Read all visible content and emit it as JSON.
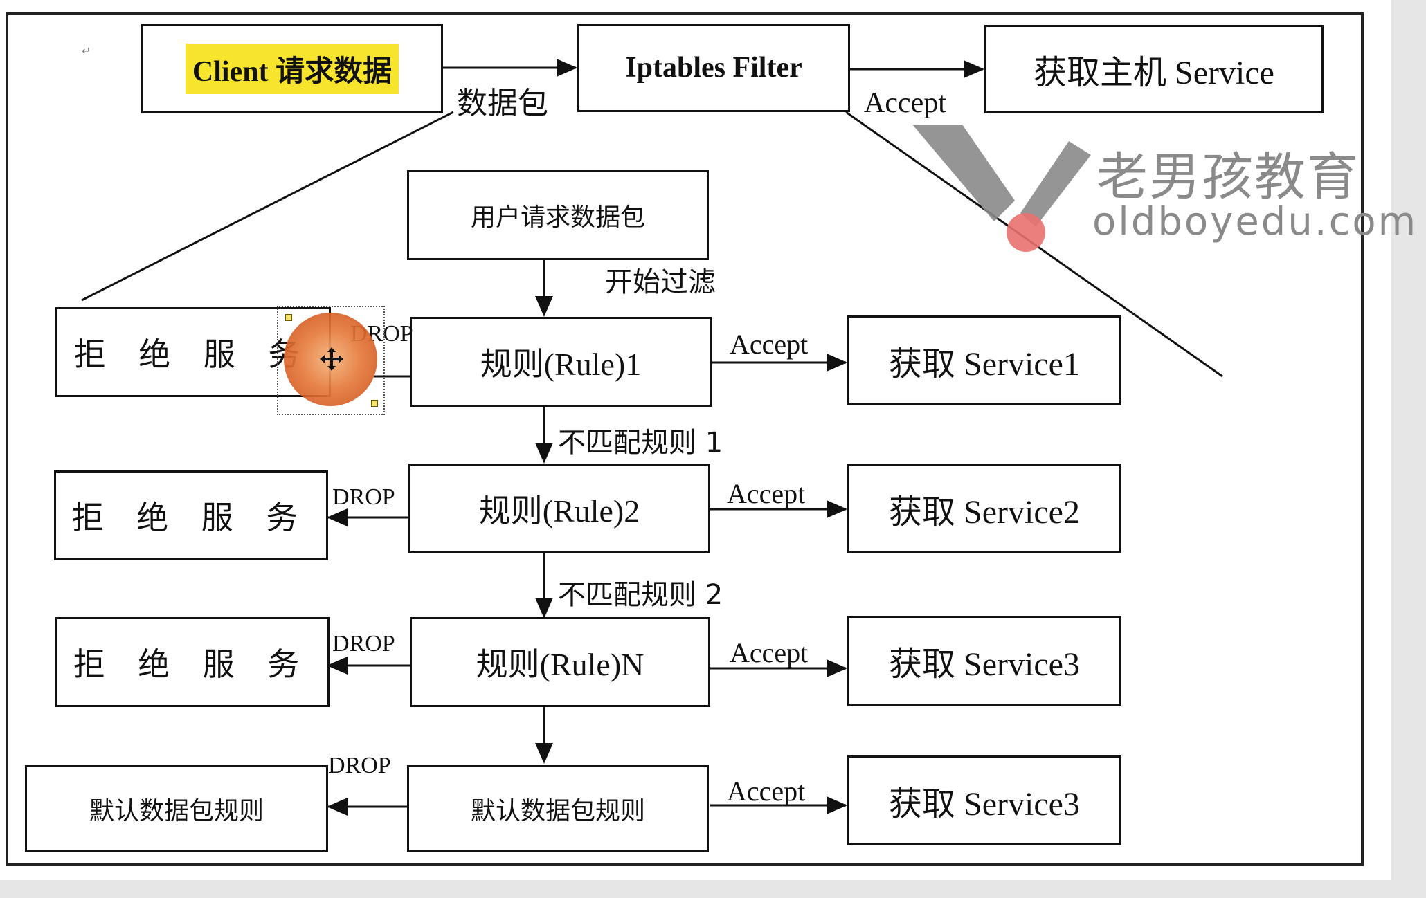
{
  "nodes": {
    "client": "Client 请求数据",
    "iptables": "Iptables Filter",
    "host_service": "获取主机 Service",
    "user_packet": "用户请求数据包",
    "rule1": "规则(Rule)1",
    "rule2": "规则(Rule)2",
    "ruleN": "规则(Rule)N",
    "default_rule_center": "默认数据包规则",
    "default_rule_left": "默认数据包规则",
    "deny1": "拒 绝 服 务",
    "deny2": "拒 绝 服 务",
    "deny3": "拒 绝 服 务",
    "service1": "获取 Service1",
    "service2": "获取 Service2",
    "service3": "获取 Service3",
    "service3b": "获取 Service3"
  },
  "labels": {
    "packet": "数据包",
    "accept_top": "Accept",
    "start_filter": "开始过滤",
    "accept1": "Accept",
    "accept2": "Accept",
    "accept3": "Accept",
    "accept4": "Accept",
    "drop1": "DROP",
    "drop2": "DROP",
    "drop3": "DROP",
    "drop4": "DROP",
    "nomatch1": "不匹配规则 1",
    "nomatch2": "不匹配规则 2"
  },
  "watermark": {
    "name": "老男孩教育",
    "url": "oldboyedu.com"
  },
  "colors": {
    "highlight": "#f7e42d",
    "cursor": "#e07638",
    "watermark": "#8a8a8a"
  },
  "icons": {
    "cursor": "move-cursor-icon"
  }
}
